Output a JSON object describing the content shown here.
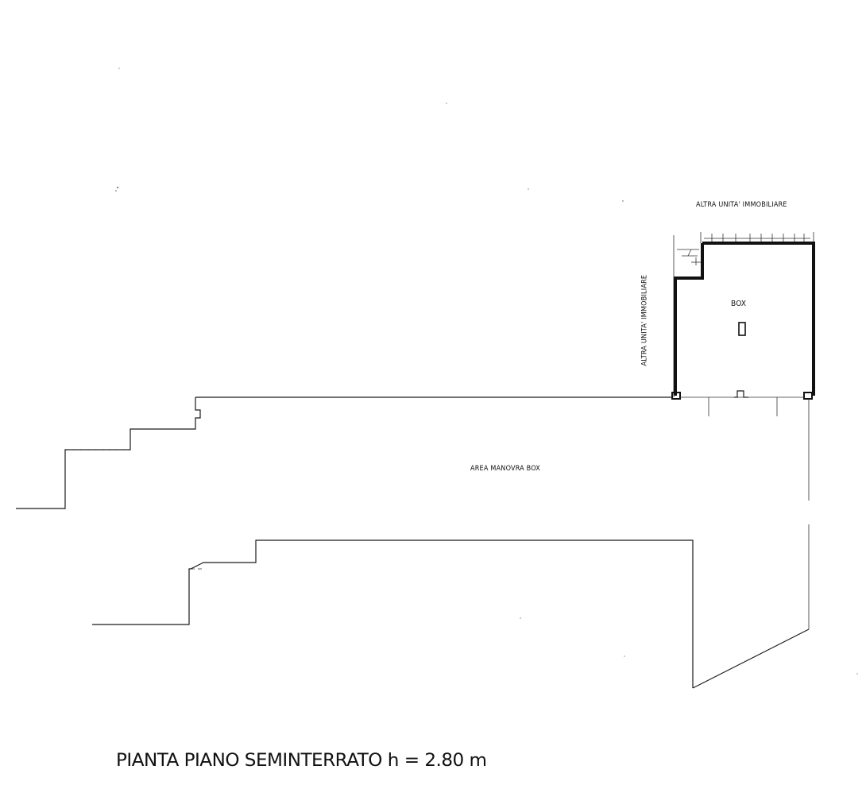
{
  "plan": {
    "title": "PIANTA PIANO SEMINTERRATO h = 2.80 m",
    "labels": {
      "neighbor_top": "ALTRA UNITA' IMMOBILIARE",
      "neighbor_left": "ALTRA UNITA' IMMOBILIARE",
      "box": "BOX",
      "maneuver_area": "AREA MANOVRA BOX"
    }
  }
}
